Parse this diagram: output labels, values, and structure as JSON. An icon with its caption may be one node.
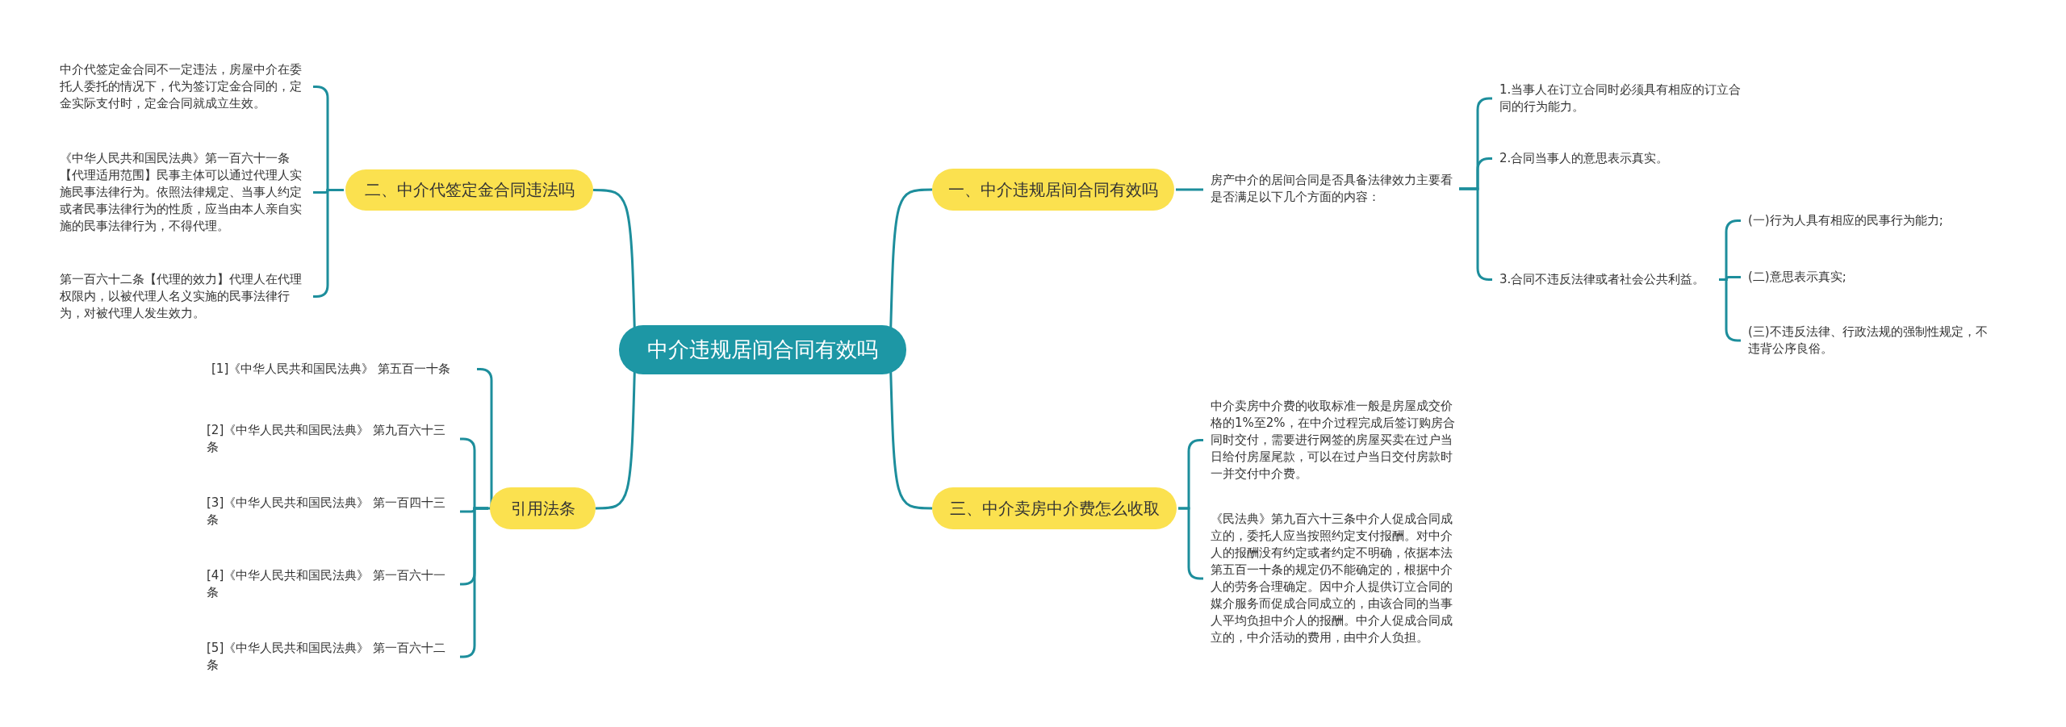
{
  "diagram": {
    "nodes": [
      {
        "text": [
          "中介违规居间合同有效吗"
        ]
      },
      {
        "text": [
          "一、中介违规居间合同有效吗"
        ]
      },
      {
        "text": [
          "房产中介的居间合同是否具备法律效力主要看是否满足以下几个方面的内容："
        ]
      },
      {
        "text": [
          "1.当事人在订立合同时必须具有相应的订立合同的行为能力。"
        ]
      },
      {
        "text": [
          "2.合同当事人的意思表示真实。"
        ]
      },
      {
        "text": [
          "3.合同不违反法律或者社会公共利益。"
        ]
      },
      {
        "text": [
          "(一)行为人具有相应的民事行为能力;"
        ]
      },
      {
        "text": [
          "(二)意思表示真实;"
        ]
      },
      {
        "text": [
          "(三)不违反法律、行政法规的强制性规定，不违背公序良俗。"
        ]
      },
      {
        "text": [
          "二、中介代签定金合同违法吗"
        ]
      },
      {
        "text": [
          "中介代签定金合同不一定违法，房屋中介在委托人委托的情况下，代为签订定金合同的，定金实际支付时，定金合同就成立生效。"
        ]
      },
      {
        "text": [
          "《中华人民共和国民法典》第一百六十一条【代理适用范围】民事主体可以通过代理人实施民事法律行为。依照法律规定、当事人约定或者民事法律行为的性质，应当由本人亲自实施的民事法律行为，不得代理。"
        ]
      },
      {
        "text": [
          "第一百六十二条【代理的效力】代理人在代理权限内，以被代理人名义实施的民事法律行为，对被代理人发生效力。"
        ]
      },
      {
        "text": [
          "三、中介卖房中介费怎么收取"
        ]
      },
      {
        "text": [
          "中介卖房中介费的收取标准一般是房屋成交价格的1%至2%，在中介过程完成后签订购房合同时交付，需要进行网签的房屋买卖在过户当日给付房屋尾款，可以在过户当日交付房款时一并交付中介费。"
        ]
      },
      {
        "text": [
          "《民法典》第九百六十三条中介人促成合同成立的，委托人应当按照约定支付报酬。对中介人的报酬没有约定或者约定不明确，依据本法第五百一十条的规定仍不能确定的，根据中介人的劳务合理确定。因中介人提供订立合同的媒介服务而促成合同成立的，由该合同的当事人平均负担中介人的报酬。中介人促成合同成立的，中介活动的费用，由中介人负担。"
        ]
      },
      {
        "text": [
          "引用法条"
        ]
      },
      {
        "text": [
          "[1]《中华人民共和国民法典》 第五百一十条"
        ]
      },
      {
        "text": [
          "[2]《中华人民共和国民法典》 第九百六十三条"
        ]
      },
      {
        "text": [
          "[3]《中华人民共和国民法典》 第一百四十三条"
        ]
      },
      {
        "text": [
          "[4]《中华人民共和国民法典》 第一百六十一条"
        ]
      },
      {
        "text": [
          "[5]《中华人民共和国民法典》 第一百六十二条"
        ]
      }
    ],
    "edges": [
      {
        "from": 0,
        "to": 1,
        "arrow": "none"
      },
      {
        "from": 1,
        "to": 2,
        "arrow": "none"
      },
      {
        "from": 2,
        "to": 3,
        "arrow": "none"
      },
      {
        "from": 2,
        "to": 4,
        "arrow": "none"
      },
      {
        "from": 2,
        "to": 5,
        "arrow": "none"
      },
      {
        "from": 5,
        "to": 6,
        "arrow": "none"
      },
      {
        "from": 5,
        "to": 7,
        "arrow": "none"
      },
      {
        "from": 5,
        "to": 8,
        "arrow": "none"
      },
      {
        "from": 0,
        "to": 9,
        "arrow": "none"
      },
      {
        "from": 9,
        "to": 10,
        "arrow": "none"
      },
      {
        "from": 9,
        "to": 11,
        "arrow": "none"
      },
      {
        "from": 9,
        "to": 12,
        "arrow": "none"
      },
      {
        "from": 0,
        "to": 13,
        "arrow": "none"
      },
      {
        "from": 13,
        "to": 14,
        "arrow": "none"
      },
      {
        "from": 13,
        "to": 15,
        "arrow": "none"
      },
      {
        "from": 0,
        "to": 16,
        "arrow": "none"
      },
      {
        "from": 16,
        "to": 17,
        "arrow": "none"
      },
      {
        "from": 16,
        "to": 18,
        "arrow": "none"
      },
      {
        "from": 16,
        "to": 19,
        "arrow": "none"
      },
      {
        "from": 16,
        "to": 20,
        "arrow": "none"
      },
      {
        "from": 16,
        "to": 21,
        "arrow": "none"
      }
    ]
  }
}
